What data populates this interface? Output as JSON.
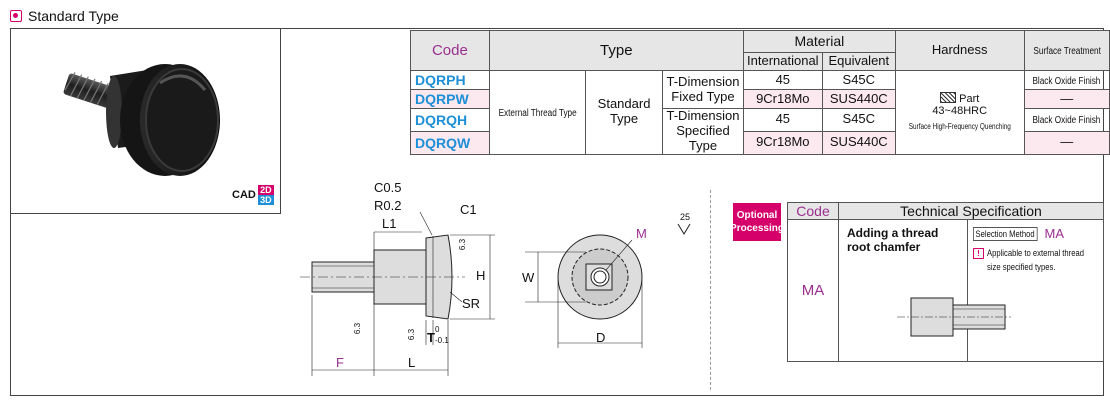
{
  "header": {
    "title": "Standard Type"
  },
  "cad": {
    "label": "CAD",
    "d2": "2D",
    "d3": "3D"
  },
  "table": {
    "headers": {
      "code": "Code",
      "type": "Type",
      "material": "Material",
      "international": "International",
      "equivalent": "Equivalent",
      "hardness": "Hardness",
      "surface": "Surface Treatment"
    },
    "codes": [
      "DQRPH",
      "DQRPW",
      "DQRQH",
      "DQRQW"
    ],
    "type1": "External Thread Type",
    "type2": "Standard Type",
    "tdim_fixed": [
      "T-Dimension",
      "Fixed Type"
    ],
    "tdim_spec": [
      "T-Dimension",
      "Specified Type"
    ],
    "intl": [
      "45",
      "9Cr18Mo",
      "45",
      "9Cr18Mo"
    ],
    "equiv": [
      "S45C",
      "SUS440C",
      "S45C",
      "SUS440C"
    ],
    "hardness": {
      "part": "Part",
      "value": "43~48HRC",
      "note": "Surface High-Frequency Quenching"
    },
    "surface": [
      "Black Oxide Finish",
      "—",
      "Black Oxide Finish",
      "—"
    ]
  },
  "drawing": {
    "c05": "C0.5",
    "r02": "R0.2",
    "c1": "C1",
    "l1": "L1",
    "h": "H",
    "sr": "SR",
    "f": "F",
    "l": "L",
    "t": "T",
    "t_tol_up": "0",
    "t_tol_dn": "-0.1",
    "rough1": "6.3",
    "rough2": "6.3",
    "rough3": "6.3",
    "rough_general": "25",
    "w": "W",
    "d": "D",
    "m": "M"
  },
  "optional": {
    "badge": [
      "Optional",
      "Processing"
    ],
    "code_header": "Code",
    "spec_header": "Technical Specification",
    "code": "MA",
    "title": [
      "Adding a thread",
      "root chamfer"
    ],
    "selection_method": "Selection Method",
    "sel_code": "MA",
    "note": [
      "Applicable to external thread",
      "size specified types."
    ]
  },
  "colors": {
    "accent": "#d6006a",
    "code": "#1d8fd6",
    "purple": "#9a2f8f",
    "pink_row": "#fce8ef"
  }
}
